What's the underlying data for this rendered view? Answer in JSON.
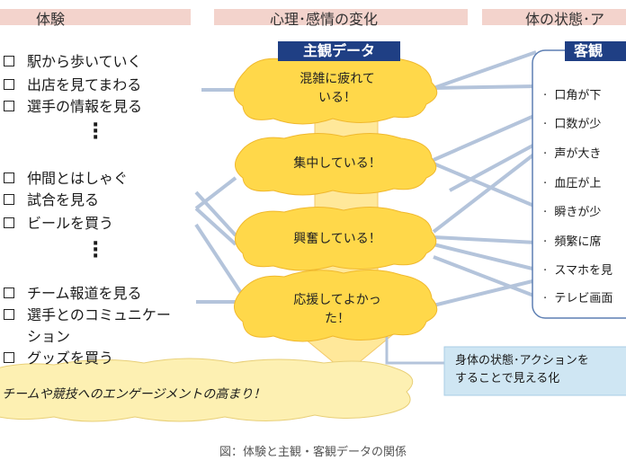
{
  "headers": {
    "experience": "体験",
    "emotion": "心理･感情の変化",
    "body": "体の状態･ア"
  },
  "experiences": [
    {
      "label": "駅から歩いていく"
    },
    {
      "label": "出店を見てまわる"
    },
    {
      "label": "選手の情報を見る"
    },
    {
      "label": "仲間とはしゃぐ"
    },
    {
      "label": "試合を見る"
    },
    {
      "label": "ビールを買う"
    },
    {
      "label": "チーム報道を見る"
    },
    {
      "label": "選手とのコミュニケー"
    },
    {
      "label": "ション"
    },
    {
      "label": "グッズを買う"
    }
  ],
  "subjective": {
    "label": "主観データ",
    "feelings": [
      {
        "label": "混雑に疲れて",
        "label2": "いる！"
      },
      {
        "label": "集中している！"
      },
      {
        "label": "興奮している！"
      },
      {
        "label": "応援してよかっ",
        "label2": "た！"
      }
    ]
  },
  "objective": {
    "label": "客観",
    "items": [
      {
        "label": "口角が下"
      },
      {
        "label": "口数が少"
      },
      {
        "label": "声が大き"
      },
      {
        "label": "血圧が上"
      },
      {
        "label": "瞬きが少"
      },
      {
        "label": "頻繁に席"
      },
      {
        "label": "スマホを見"
      },
      {
        "label": "テレビ画面"
      }
    ]
  },
  "visualization": {
    "line1": "身体の状態･アクションを",
    "line2": "することで見える化"
  },
  "engagement": "チームや競技へのエンゲージメントの高まり！",
  "caption": "図：体験と主観・客観データの関係",
  "colors": {
    "header_band": "#f3d3cc",
    "cloud": "#ffd84a",
    "arrow": "#ffe89a",
    "tag": "#1f3f84",
    "connector": "#b4c4db",
    "objective_border": "#5d7fb3",
    "visualization_box": "#cfe6f3"
  }
}
